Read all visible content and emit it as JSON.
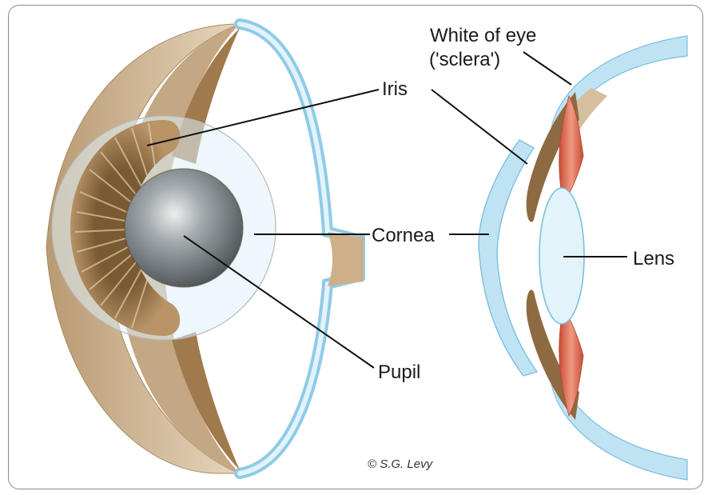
{
  "labels": {
    "sclera_line1": "White of eye",
    "sclera_line2": "('sclera')",
    "iris": "Iris",
    "cornea": "Cornea",
    "lens": "Lens",
    "pupil": "Pupil"
  },
  "credit": "© S.G. Levy",
  "colors": {
    "sclera_fill": "#d6bf9e",
    "cornea_blue": "#bfe3f3",
    "cornea_edge": "#7cbfe0",
    "iris_brown": "#9a7649",
    "pupil_gray": "#6d7479",
    "ciliary_red": "#e0705a",
    "lens_fill": "#e3f3fa"
  }
}
